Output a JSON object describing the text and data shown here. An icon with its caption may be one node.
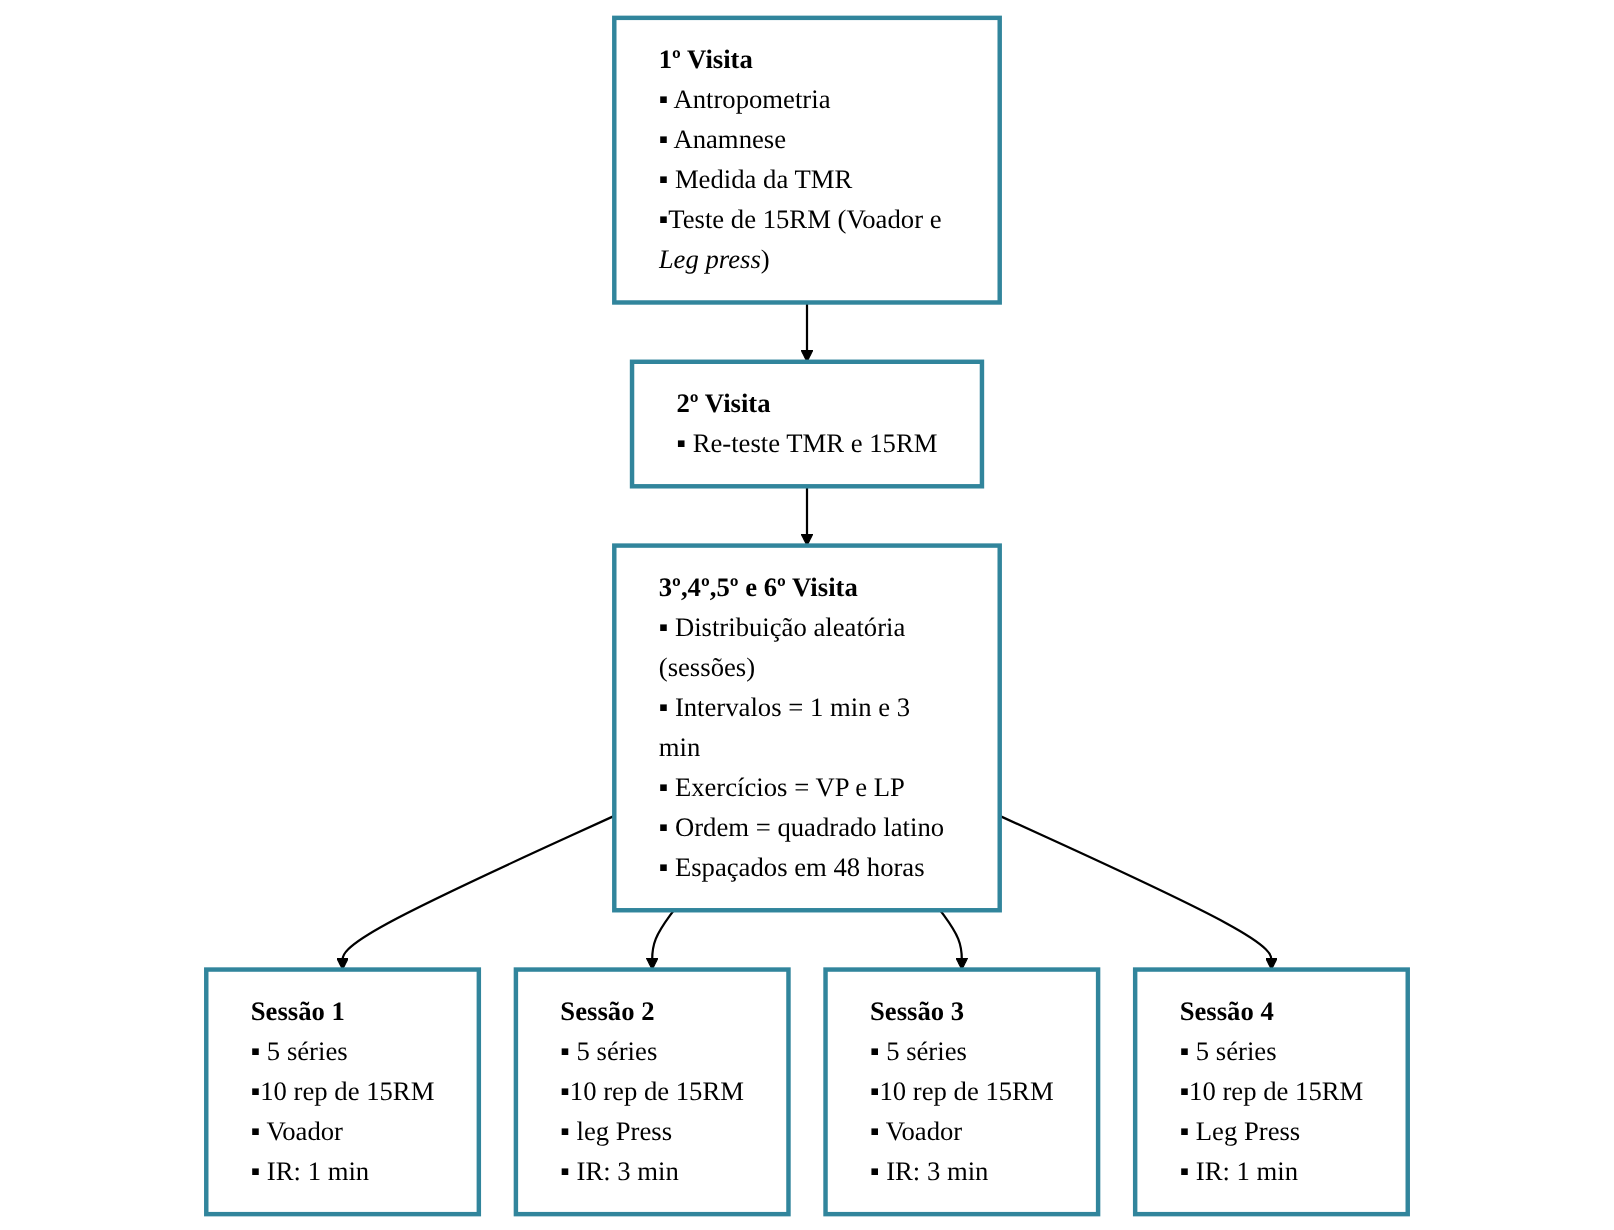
{
  "diagram": {
    "nodes": [
      {
        "text": [
          "1º Visita",
          "▪ Antropometria",
          "▪ Anamnese",
          "▪ Medida da TMR",
          "▪Teste de 15RM (Voador e *Leg press*)"
        ]
      },
      {
        "text": [
          "2º Visita",
          "▪ Re-teste TMR e 15RM"
        ]
      },
      {
        "text": [
          "3º,4º,5º e 6º Visita",
          "▪ Distribuição aleatória (sessões)",
          "▪ Intervalos = 1 min e 3 min",
          "▪ Exercícios = VP e LP",
          "▪ Ordem = quadrado latino",
          "▪ Espaçados em 48 horas"
        ]
      },
      {
        "text": [
          "Sessão 1",
          "▪ 5 séries",
          "▪10 rep de 15RM",
          "▪ Voador",
          "▪ IR: 1 min"
        ]
      },
      {
        "text": [
          "Sessão 2",
          "▪ 5 séries",
          "▪10 rep de 15RM",
          "▪ leg Press",
          "▪ IR: 3 min"
        ]
      },
      {
        "text": [
          "Sessão 3",
          "▪ 5 séries",
          "▪10 rep de 15RM",
          "▪ Voador",
          "▪ IR: 3 min"
        ]
      },
      {
        "text": [
          "Sessão 4",
          "▪ 5 séries",
          "▪10 rep de 15RM",
          "▪ Leg Press",
          "▪ IR: 1 min"
        ]
      }
    ],
    "edges": [
      {
        "from": 0,
        "to": 1,
        "arrow": "to"
      },
      {
        "from": 1,
        "to": 2,
        "arrow": "to"
      },
      {
        "from": 2,
        "to": 3,
        "arrow": "to"
      },
      {
        "from": 2,
        "to": 4,
        "arrow": "to"
      },
      {
        "from": 2,
        "to": 5,
        "arrow": "to"
      },
      {
        "from": 2,
        "to": 6,
        "arrow": "to"
      }
    ]
  }
}
